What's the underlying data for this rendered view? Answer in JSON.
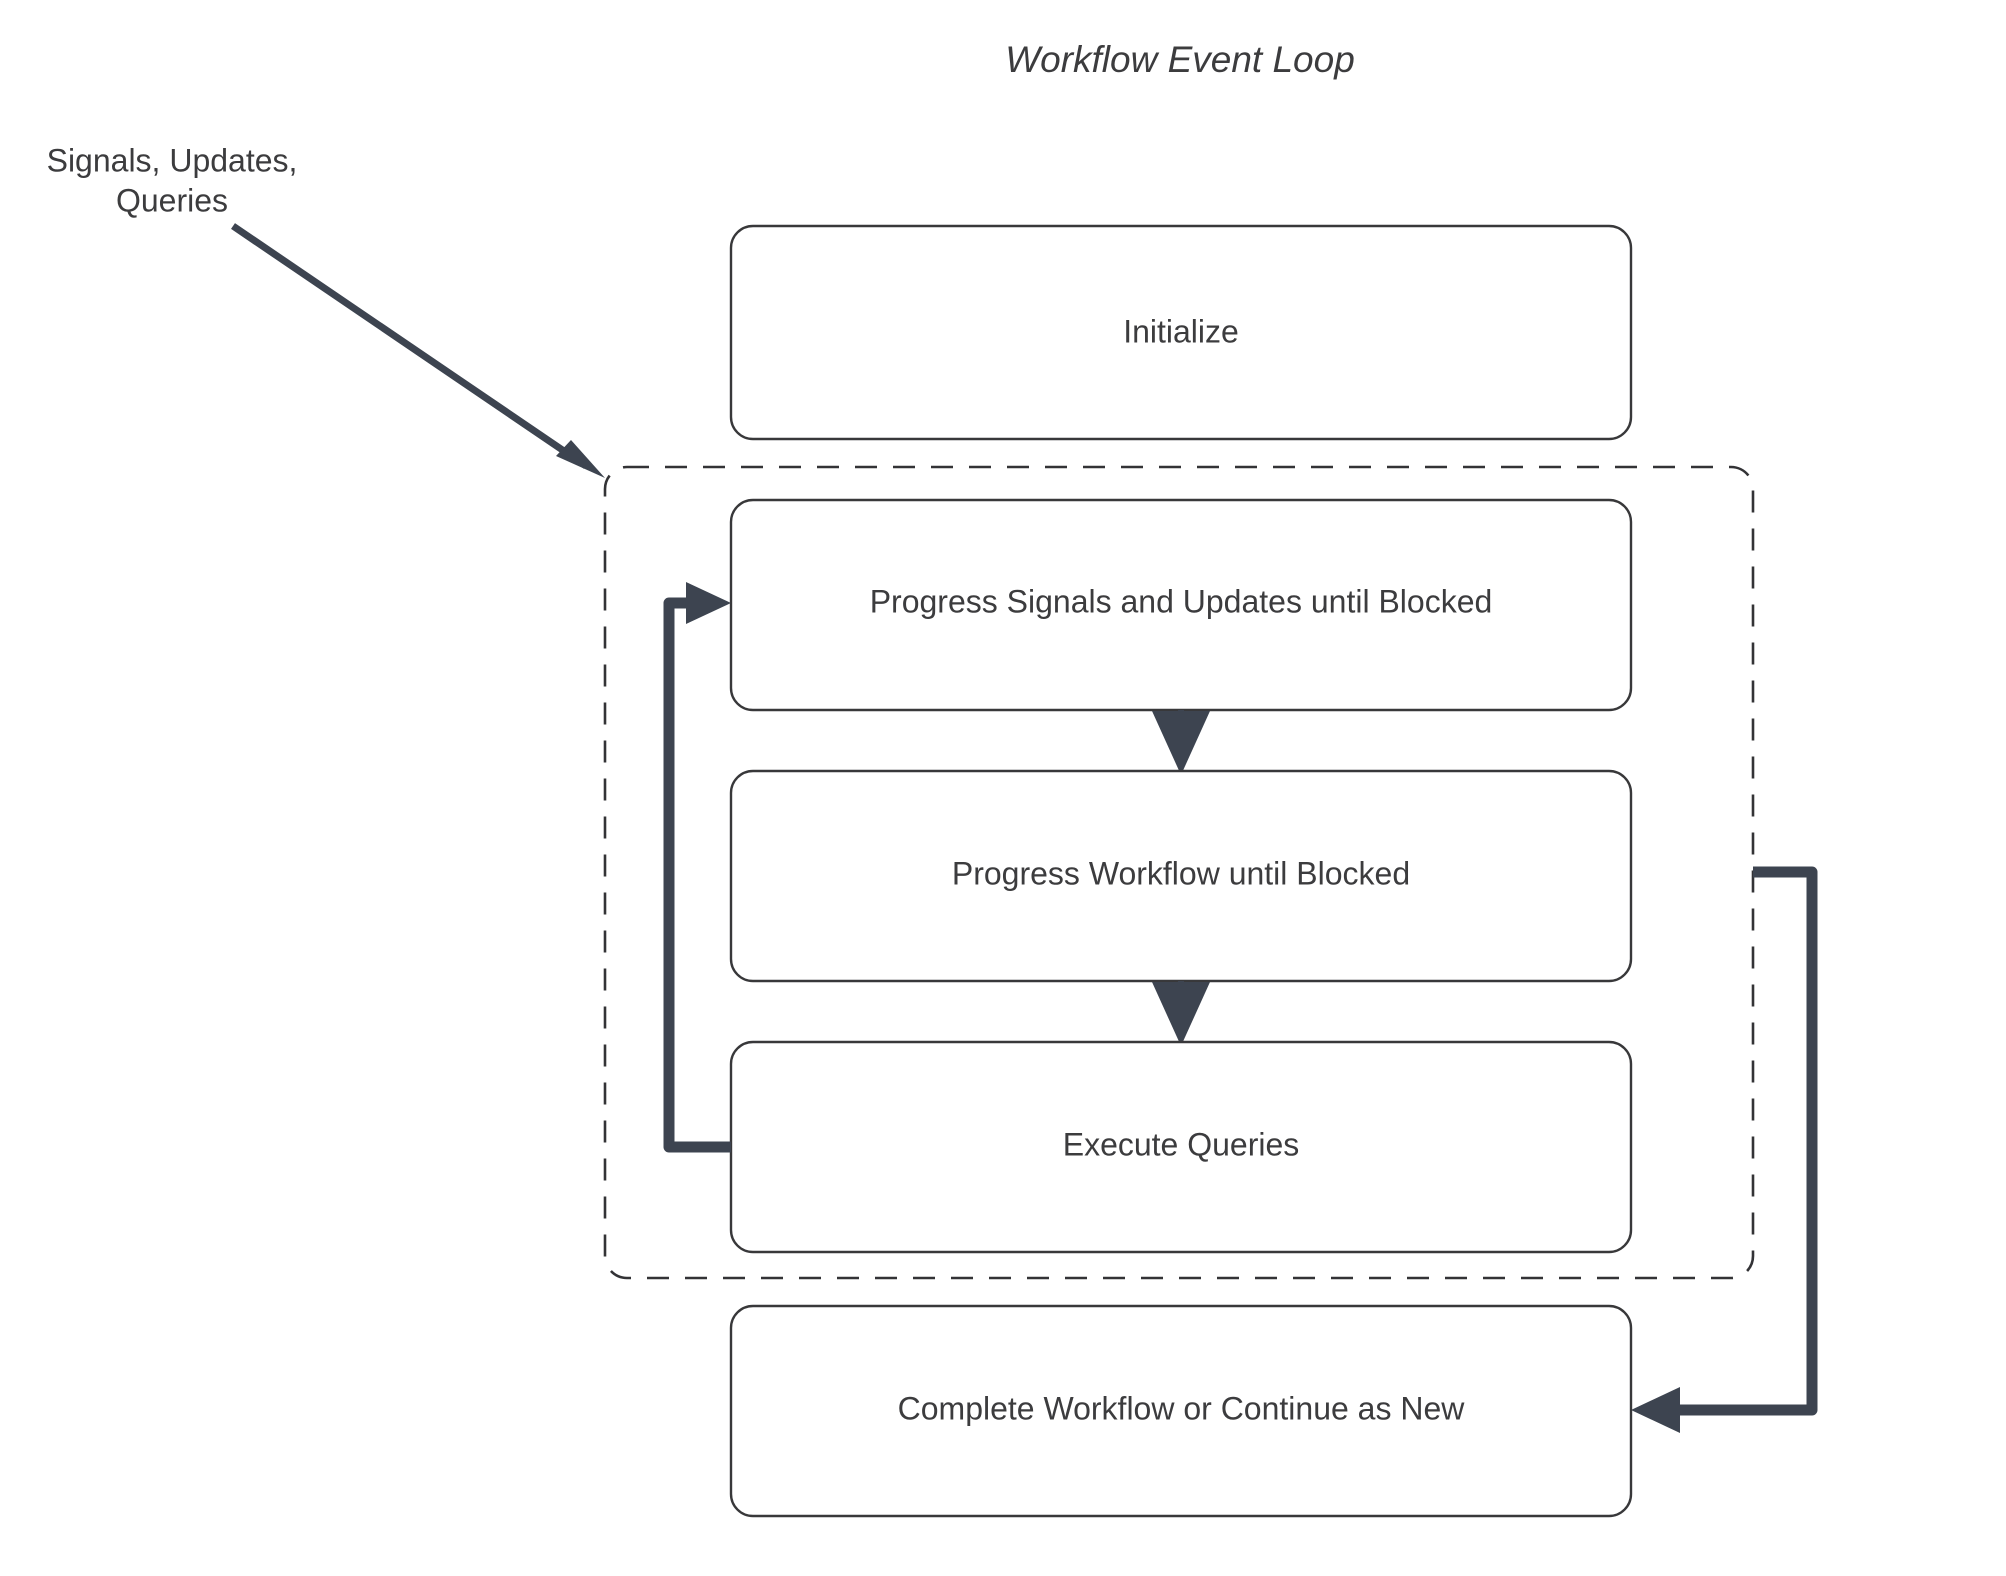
{
  "diagram": {
    "title": "Workflow Event Loop",
    "type": "flowchart",
    "background_color": "#ffffff",
    "node_fill_color": "#ffffff",
    "node_stroke_color": "#38383a",
    "text_color": "#3c3c3e",
    "arrow_color": "#3d4450",
    "group_border_style": "dashed",
    "nodes": [
      {
        "id": "initialize",
        "label": "Initialize"
      },
      {
        "id": "progress-signals",
        "label": "Progress Signals and Updates until Blocked"
      },
      {
        "id": "progress-workflow",
        "label": "Progress Workflow until Blocked"
      },
      {
        "id": "execute-queries",
        "label": "Execute Queries"
      },
      {
        "id": "complete-workflow",
        "label": "Complete Workflow or Continue as New"
      }
    ],
    "edge_labels": {
      "external_input_line1": "Signals, Updates,",
      "external_input_line2": "Queries"
    }
  }
}
